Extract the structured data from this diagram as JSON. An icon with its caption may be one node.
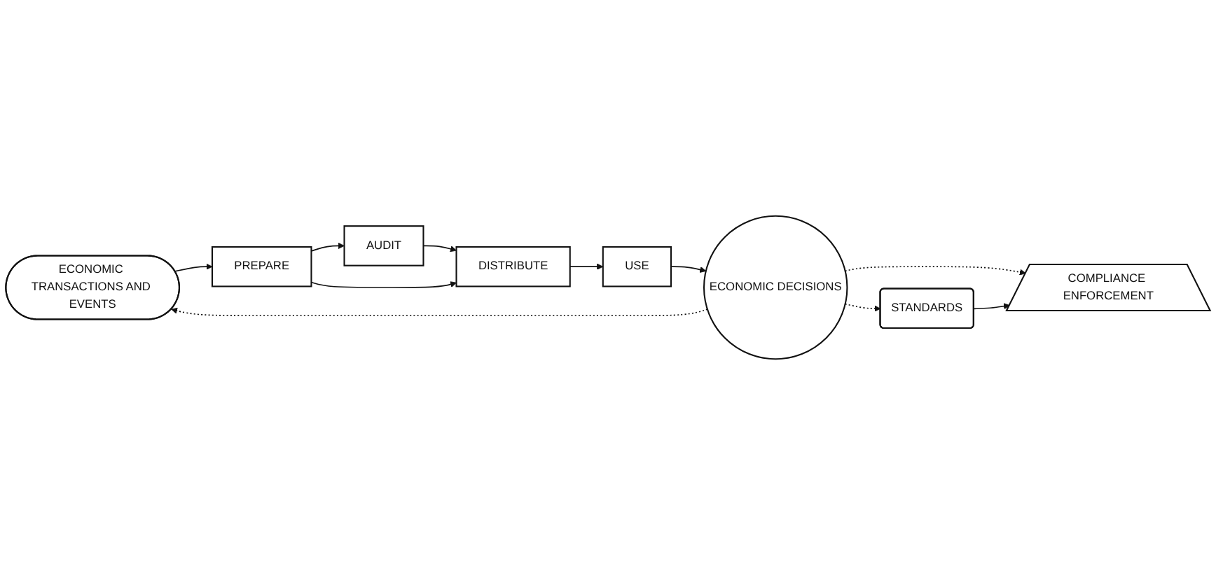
{
  "diagram": {
    "nodes": [
      {
        "text": [
          "ECONOMIC TRANSACTIONS AND EVENTS"
        ]
      },
      {
        "text": [
          "PREPARE"
        ]
      },
      {
        "text": [
          "AUDIT"
        ]
      },
      {
        "text": [
          "DISTRIBUTE"
        ]
      },
      {
        "text": [
          "USE"
        ]
      },
      {
        "text": [
          "ECONOMIC DECISIONS"
        ]
      },
      {
        "text": [
          "COMPLIANCE ENFORCEMENT"
        ]
      },
      {
        "text": [
          "STANDARDS"
        ]
      }
    ],
    "edges": [
      {
        "from": 0,
        "to": 1,
        "arrow": "to"
      },
      {
        "from": 1,
        "to": 2,
        "arrow": "to"
      },
      {
        "from": 2,
        "to": 3,
        "arrow": "to"
      },
      {
        "from": 1,
        "to": 3,
        "arrow": "to"
      },
      {
        "from": 3,
        "to": 4,
        "arrow": "to"
      },
      {
        "from": 4,
        "to": 5,
        "arrow": "to"
      },
      {
        "from": 5,
        "to": 0,
        "arrow": "to",
        "style": "dashed"
      },
      {
        "from": 5,
        "to": 6,
        "arrow": "to",
        "style": "dashed"
      },
      {
        "from": 5,
        "to": 7,
        "arrow": "to",
        "style": "dashed"
      },
      {
        "from": 7,
        "to": 6,
        "arrow": "to"
      }
    ]
  }
}
